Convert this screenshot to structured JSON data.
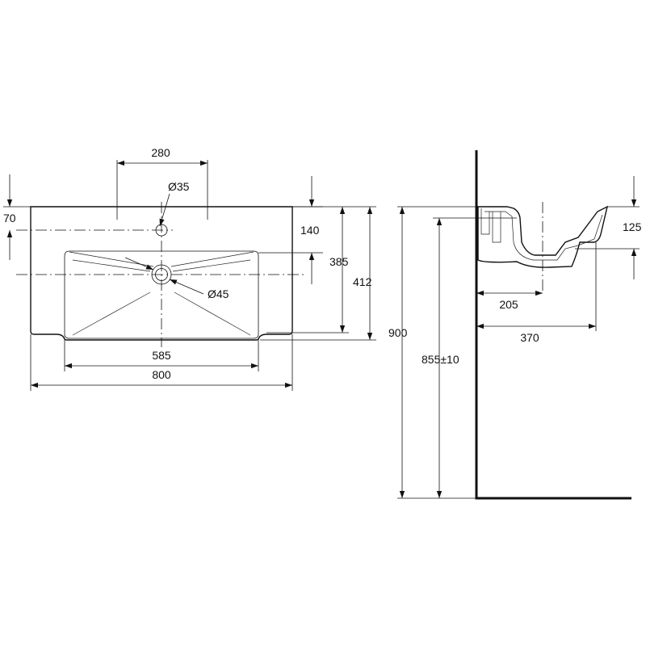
{
  "drawing": {
    "top_view": {
      "dimensions": {
        "tap_hole_spacing": "280",
        "tap_hole_diameter": "Ø35",
        "tap_hole_offset": "70",
        "depth_to_bowl_edge": "140",
        "bowl_depth": "385",
        "overall_depth": "412",
        "drain_diameter": "Ø45",
        "bowl_width": "585",
        "overall_width": "800"
      }
    },
    "side_view": {
      "dimensions": {
        "basin_height": "125",
        "wall_to_drain": "205",
        "projection": "370",
        "mounting_height": "900",
        "rim_height": "855±10"
      }
    }
  }
}
